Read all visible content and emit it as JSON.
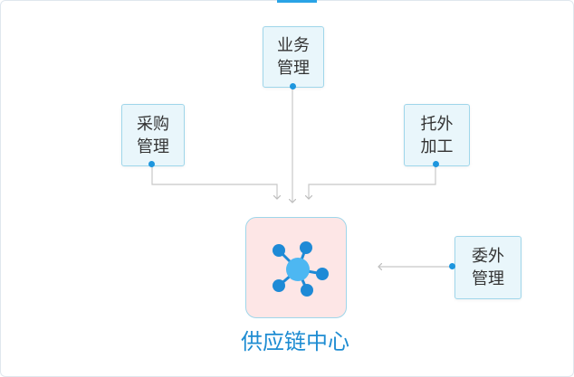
{
  "nodes": {
    "business": {
      "line1": "业务",
      "line2": "管理"
    },
    "procurement": {
      "line1": "采购",
      "line2": "管理"
    },
    "outsourcing": {
      "line1": "托外",
      "line2": "加工"
    },
    "commission": {
      "line1": "委外",
      "line2": "管理"
    }
  },
  "hub": {
    "label": "供应链中心",
    "icon": "network-hub-icon"
  },
  "colors": {
    "accent": "#29a3e6",
    "box_fill": "#e9f6fb",
    "box_border": "#9fd6ea",
    "hub_fill": "#fde6e6",
    "hub_text": "#1e8cd2",
    "connector": "#c8c8c8",
    "dot": "#1e96de"
  }
}
